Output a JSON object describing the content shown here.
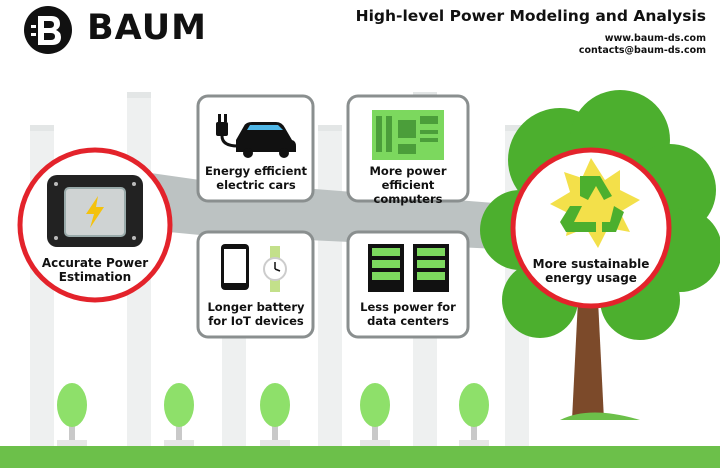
{
  "logo": {
    "text": "BAUM",
    "mark_icon": "baum-b-logo-icon"
  },
  "header": {
    "title": "High-level Power Modeling and Analysis",
    "website": "www.baum-ds.com",
    "email": "contacts@baum-ds.com"
  },
  "source": {
    "label": "Accurate Power\nEstimation",
    "icon": "power-chip-icon"
  },
  "cards": [
    {
      "label": "Energy efficient\nelectric cars",
      "icon": "plug-and-car-icon"
    },
    {
      "label": "More power\nefficient computers",
      "icon": "motherboard-icon"
    },
    {
      "label": "Longer battery\nfor IoT devices",
      "icon": "phone-and-watch-icon"
    },
    {
      "label": "Less power for\ndata centers",
      "icon": "server-racks-icon"
    }
  ],
  "result": {
    "label": "More sustainable\nenergy usage",
    "icon": "recycle-icon"
  },
  "colors": {
    "accent_red": "#e3232b",
    "leaf_green": "#4caf2e",
    "light_green": "#8ee06a",
    "grass": "#6cc04a"
  }
}
